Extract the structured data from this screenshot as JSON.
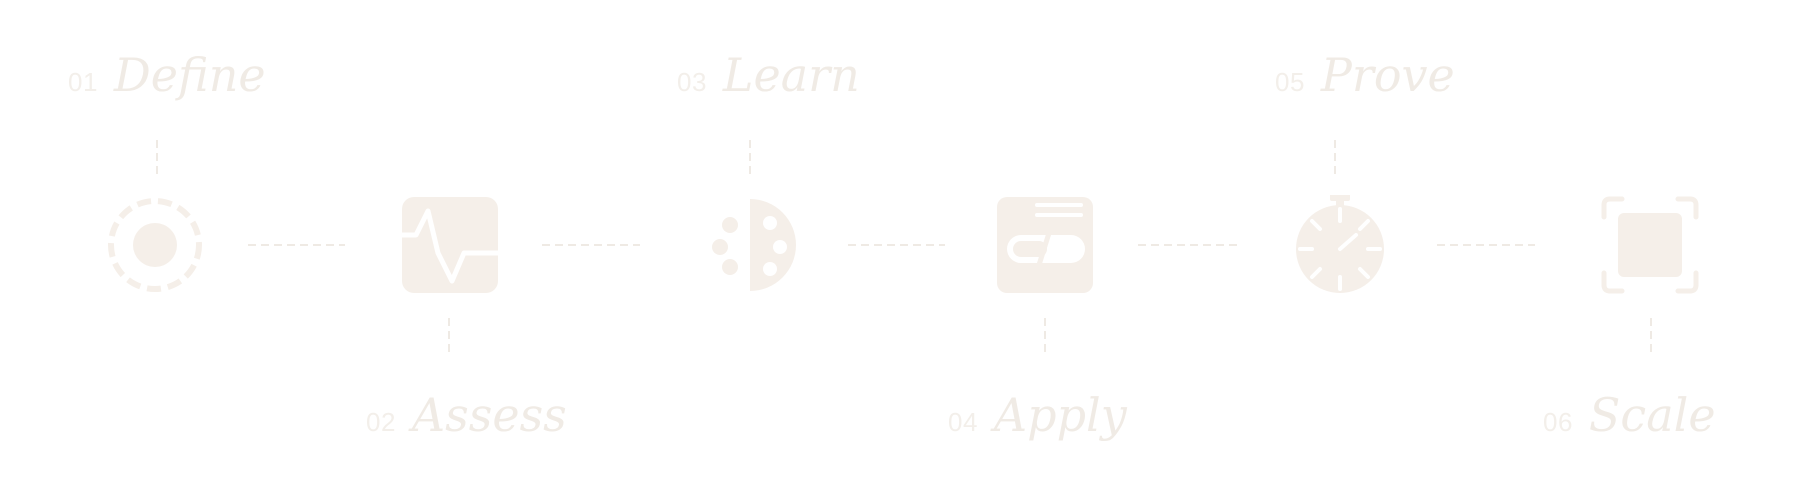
{
  "colors": {
    "icon_fill": "#f5efe9",
    "dash": "#efeae4",
    "label_number": "#f3efea",
    "label_word": "#f0ebe5",
    "background": "#ffffff"
  },
  "steps": [
    {
      "number": "01",
      "title": "Define",
      "icon": "target-dot-icon"
    },
    {
      "number": "02",
      "title": "Assess",
      "icon": "waveform-chart-icon"
    },
    {
      "number": "03",
      "title": "Learn",
      "icon": "half-circle-dots-icon"
    },
    {
      "number": "04",
      "title": "Apply",
      "icon": "browser-pill-icon"
    },
    {
      "number": "05",
      "title": "Prove",
      "icon": "stopwatch-icon"
    },
    {
      "number": "06",
      "title": "Scale",
      "icon": "focus-square-icon"
    }
  ]
}
